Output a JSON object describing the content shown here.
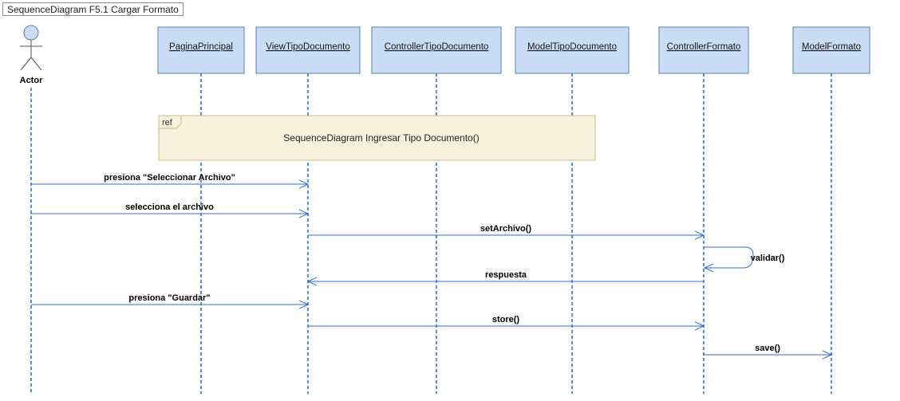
{
  "diagram": {
    "frame_title": "SequenceDiagram F5.1 Cargar Formato",
    "actor": {
      "name": "Actor"
    },
    "lifelines": [
      {
        "id": "pagina",
        "name": "PaginaPrincipal"
      },
      {
        "id": "view",
        "name": "ViewTipoDocumento"
      },
      {
        "id": "ctrlTipo",
        "name": "ControllerTipoDocumento"
      },
      {
        "id": "modelTipo",
        "name": "ModelTipoDocumento"
      },
      {
        "id": "ctrlFormato",
        "name": "ControllerFormato"
      },
      {
        "id": "modelFormato",
        "name": "ModelFormato"
      }
    ],
    "ref_fragment": {
      "tag": "ref",
      "text": "SequenceDiagram Ingresar Tipo Documento()"
    },
    "messages": [
      {
        "from": "actor",
        "to": "view",
        "label": "presiona \"Seleccionar Archivo\""
      },
      {
        "from": "actor",
        "to": "view",
        "label": "selecciona el archivo"
      },
      {
        "from": "view",
        "to": "ctrlFormato",
        "label": "setArchivo()"
      },
      {
        "from": "ctrlFormato",
        "to": "ctrlFormato",
        "label": "validar()"
      },
      {
        "from": "ctrlFormato",
        "to": "view",
        "label": "respuesta"
      },
      {
        "from": "actor",
        "to": "view",
        "label": "presiona \"Guardar\""
      },
      {
        "from": "view",
        "to": "ctrlFormato",
        "label": "store()"
      },
      {
        "from": "ctrlFormato",
        "to": "modelFormato",
        "label": "save()"
      }
    ],
    "colors": {
      "lifeline_box_fill": "#c9dcf6",
      "lifeline_box_border": "#5b7fb3",
      "lifeline_line": "#2f6fd6",
      "message_line": "#2f6fd6",
      "ref_fill": "#f8f1dc",
      "ref_border": "#c9b98a",
      "actor_fill": "#c9dcf6"
    }
  }
}
